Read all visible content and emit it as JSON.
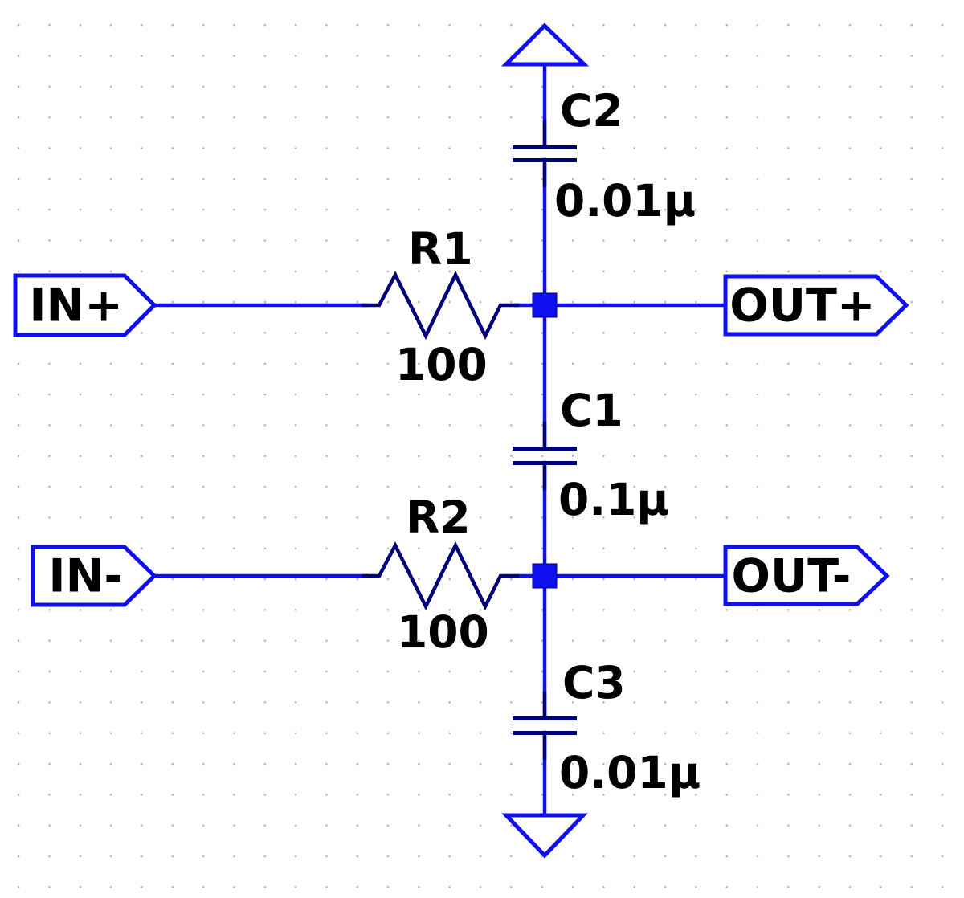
{
  "colors": {
    "wire": "#0F0FF0",
    "component": "#00007B",
    "text": "#000000",
    "background": "#FFFFFF",
    "grid_dot": "#B4B4C0"
  },
  "ports": {
    "in_plus": {
      "label": "IN+"
    },
    "in_minus": {
      "label": "IN-"
    },
    "out_plus": {
      "label": "OUT+"
    },
    "out_minus": {
      "label": "OUT-"
    }
  },
  "components": {
    "R1": {
      "ref": "R1",
      "value": "100"
    },
    "R2": {
      "ref": "R2",
      "value": "100"
    },
    "C1": {
      "ref": "C1",
      "value": "0.1µ"
    },
    "C2": {
      "ref": "C2",
      "value": "0.01µ"
    },
    "C3": {
      "ref": "C3",
      "value": "0.01µ"
    }
  },
  "symbols": {
    "power_flag_icon": "triangle-up-flag",
    "ground_flag_icon": "triangle-down-flag",
    "junction_count": 2
  }
}
